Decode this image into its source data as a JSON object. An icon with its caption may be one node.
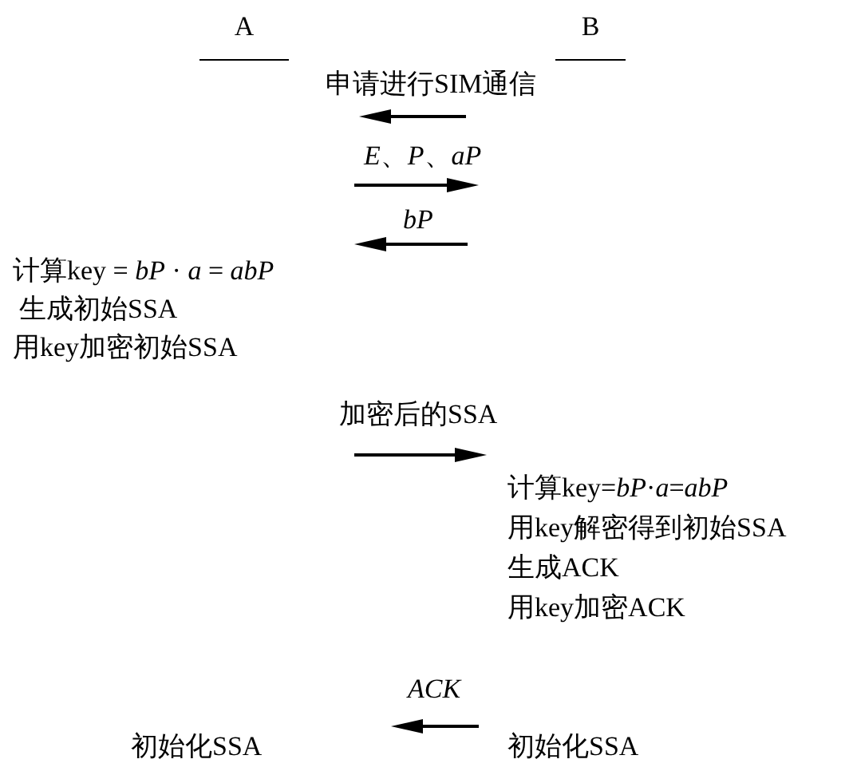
{
  "diagram": {
    "nodes": [
      {
        "text": [
          "A"
        ]
      },
      {
        "text": [
          "B"
        ]
      }
    ],
    "labels": [
      "申请进行SIM通信",
      "*E*、*P*、*aP*",
      "bP",
      "计算key = *bP* · *a* = *abP*",
      "生成初始SSA",
      "用key加密初始SSA",
      "加密后的SSA",
      "计算key=*bP*·*a*=*abP*",
      "用key解密得到初始SSA",
      "生成ACK",
      "用key加密ACK",
      "ACK",
      "初始化SSA",
      "初始化SSA"
    ]
  }
}
